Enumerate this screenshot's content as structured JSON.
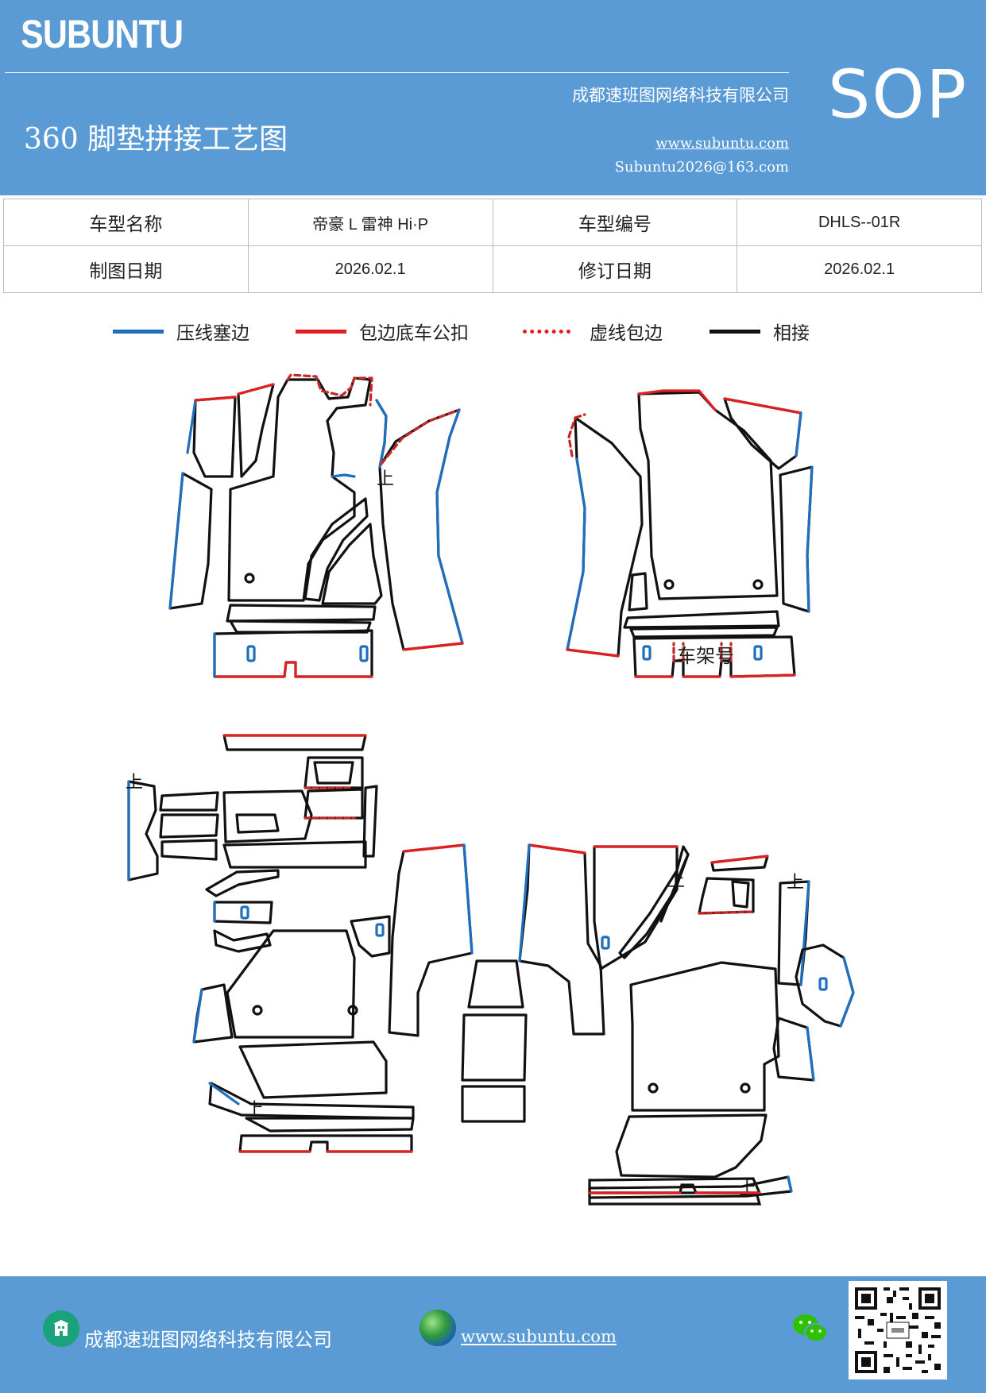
{
  "header": {
    "brand": "SUBUNTU",
    "company": "成都速班图网络科技有限公司",
    "title": "360 脚垫拼接工艺图",
    "website": "www.subuntu.com",
    "email": "Subuntu2026@163.com",
    "badge": "SOP"
  },
  "info": {
    "model_name_label": "车型名称",
    "model_name_value": "帝豪 L  雷神 Hi·P",
    "model_no_label": "车型编号",
    "model_no_value": "DHLS--01R",
    "draw_date_label": "制图日期",
    "draw_date_value": "2026.02.1",
    "rev_date_label": "修订日期",
    "rev_date_value": "2026.02.1"
  },
  "legend": [
    {
      "label": "压线塞边",
      "color": "#1f6fbf",
      "style": "solid"
    },
    {
      "label": "包边底车公扣",
      "color": "#e02020",
      "style": "solid"
    },
    {
      "label": "虚线包边",
      "color": "#e02020",
      "style": "dotted"
    },
    {
      "label": "相接",
      "color": "#111111",
      "style": "solid"
    }
  ],
  "diagram": {
    "frame_number_label": "车架号",
    "up_marker": "上"
  },
  "footer": {
    "company": "成都速班图网络科技有限公司",
    "website": "www.subuntu.com"
  },
  "colors": {
    "brand_blue": "#5b9bd5",
    "press_line": "#1f6fbf",
    "wrap_edge": "#e02020",
    "joint": "#111111"
  }
}
